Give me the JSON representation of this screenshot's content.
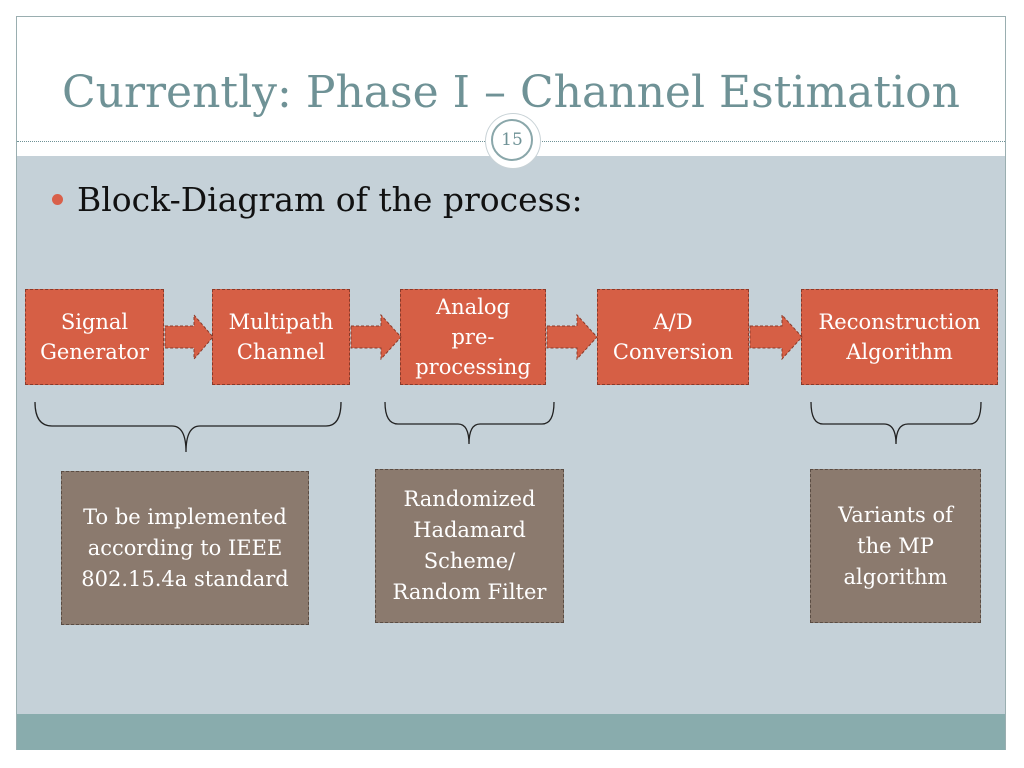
{
  "slide": {
    "title": "Currently: Phase I – Channel Estimation",
    "page_number": "15",
    "bullet": "Block-Diagram of the process:"
  },
  "blocks": [
    {
      "line1": "Signal",
      "line2": "Generator"
    },
    {
      "line1": "Multipath",
      "line2": "Channel"
    },
    {
      "line1": "Analog",
      "line2": "pre-",
      "line3": "processing"
    },
    {
      "line1": "A/D",
      "line2": "Conversion"
    },
    {
      "line1": "Reconstruction",
      "line2": "Algorithm"
    }
  ],
  "notes": [
    {
      "line1": "To be implemented",
      "line2": "according to IEEE",
      "line3": "802.15.4a standard"
    },
    {
      "line1": "Randomized",
      "line2": "Hadamard",
      "line3": "Scheme/",
      "line4": "Random Filter"
    },
    {
      "line1": "Variants of",
      "line2": "the MP",
      "line3": "algorithm"
    }
  ],
  "colors": {
    "block_fill": "#d65f45",
    "note_fill": "#8b7a6e",
    "content_bg": "#c5d1d8",
    "footer_bar": "#89acad",
    "title_text": "#6f9296",
    "bullet_dot": "#d9604a"
  }
}
